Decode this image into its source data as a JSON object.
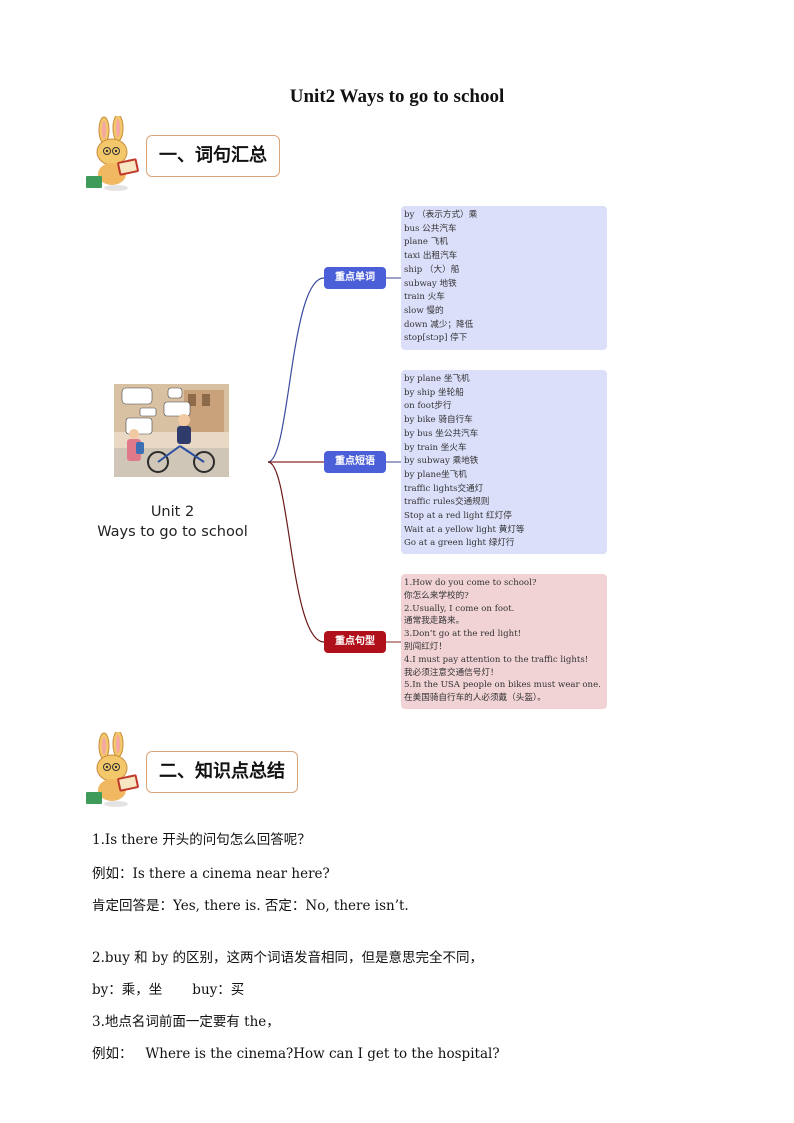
{
  "document": {
    "title": "Unit2 Ways to go to school"
  },
  "sections": [
    {
      "label": "一、词句汇总"
    },
    {
      "label": "二、知识点总结"
    }
  ],
  "mindmap": {
    "center_title_line1": "Unit 2",
    "center_title_line2": "Ways to go to school",
    "branches": [
      {
        "label": "重点单词",
        "items": [
          "by （表示方式）乘",
          "bus 公共汽车",
          "plane 飞机",
          "taxi 出租汽车",
          "ship （大）船",
          "subway 地铁",
          "train 火车",
          "slow 慢的",
          "down 减少；降低",
          "stop[stɔp]  停下"
        ]
      },
      {
        "label": "重点短语",
        "items": [
          "by plane 坐飞机",
          "by ship 坐轮船",
          "on foot步行",
          "by bike 骑自行车",
          "by bus 坐公共汽车",
          "by train 坐火车",
          "by subway 乘地铁",
          "by plane坐飞机",
          "traffic lights交通灯",
          "traffic rules交通规则",
          "Stop at a red light 红灯停",
          "Wait at a yellow light 黄灯等",
          "Go at a green light 绿灯行"
        ]
      },
      {
        "label": "重点句型",
        "items": [
          "1.How do you come to school?",
          "你怎么来学校的?",
          "2.Usually, I come on foot.",
          "通常我走路来。",
          "3.Don’t go at the red light!",
          "别闯红灯！",
          "4.I must pay attention to the traffic lights!",
          "我必须注意交通信号灯！",
          "5.In the USA people on bikes must wear one.",
          "在美国骑自行车的人必须戴（头盔）。"
        ]
      }
    ]
  },
  "knowledge": {
    "lines": [
      "1.Is there  开头的问句怎么回答呢？",
      "例如：Is there a cinema near here?",
      "肯定回答是：Yes, there is.  否定：No, there isn’t.",
      "2.buy  和  by 的区别，这两个词语发音相同，但是意思完全不同，",
      "by：乘，坐       buy：买",
      "3.地点名词前面一定要有 the，",
      "例如：   Where is the cinema?How can I get to the hospital?"
    ]
  },
  "colors": {
    "branch_blue": "#4b5fd8",
    "branch_red": "#b0101a",
    "leaf_blue_bg": "#dcdffa",
    "leaf_red_bg": "#f1d3d6",
    "line_blue": "#3a4a9e",
    "line_red": "#8a2a2a",
    "label_border": "#d9a57a"
  },
  "icons": {
    "mascot": "rabbit-reading-book-icon",
    "center_image": "children-with-bicycles-illustration"
  }
}
